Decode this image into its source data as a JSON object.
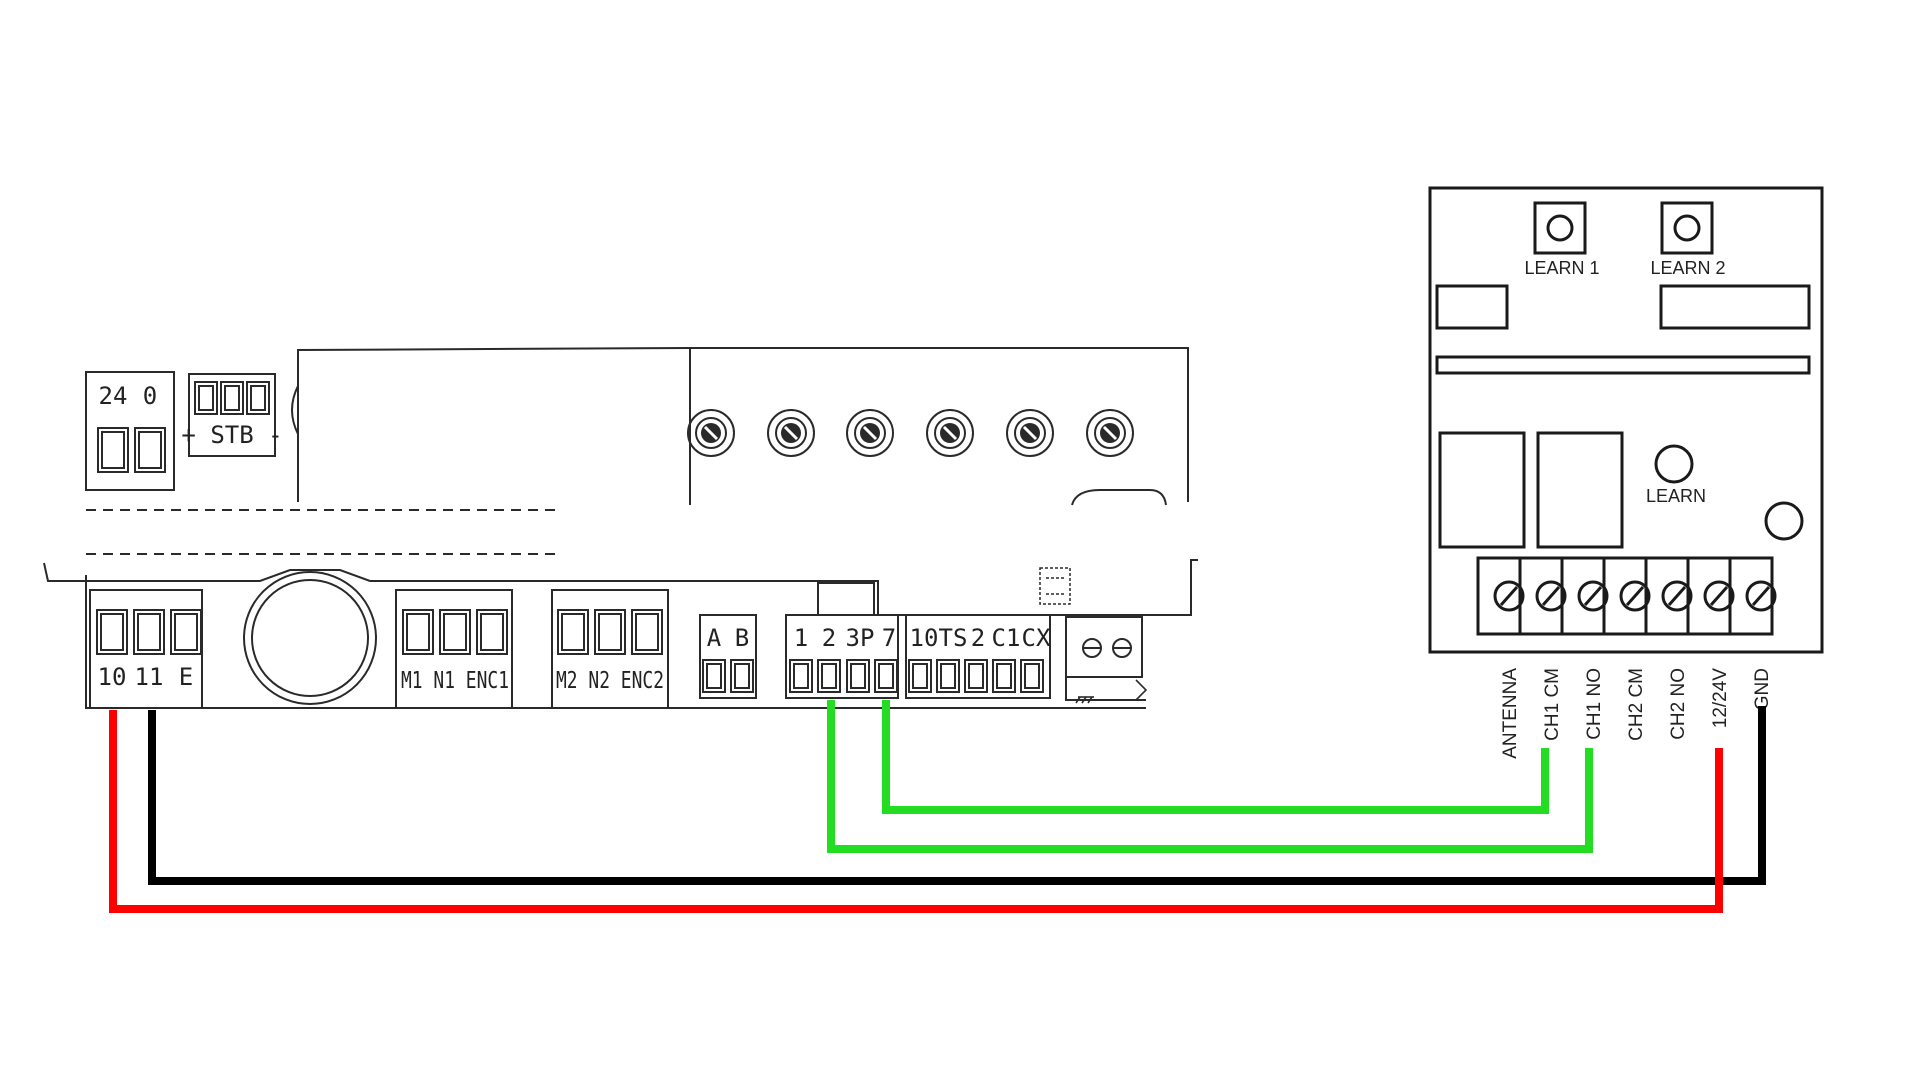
{
  "colors": {
    "outline": "#2a2a2a",
    "wire_power_pos": "#ff0000",
    "wire_power_neg": "#000000",
    "wire_signal": "#22dd22"
  },
  "controller": {
    "power_block": {
      "labels": [
        "24",
        "0"
      ]
    },
    "stb_block": {
      "label": "+ STB -"
    },
    "power_out_block": {
      "labels": [
        "10",
        "11",
        "E"
      ]
    },
    "motor1_block": {
      "label": "M1 N1 ENC1"
    },
    "motor2_block": {
      "label": "M2 N2 ENC2"
    },
    "ab_block": {
      "labels": [
        "A",
        "B"
      ]
    },
    "input_block": {
      "labels": [
        "1",
        "2",
        "3P",
        "7"
      ]
    },
    "safety_block": {
      "labels": [
        "10",
        "TS",
        "2",
        "C1",
        "CX"
      ]
    },
    "trimmer_icon": "trimmer-potentiometer-icon",
    "ground_icon": "ground-icon"
  },
  "receiver": {
    "learn1_label": "LEARN 1",
    "learn2_label": "LEARN 2",
    "learn_label": "LEARN",
    "terminals": [
      "ANTENNA",
      "CH1 CM",
      "CH1 NO",
      "CH2 CM",
      "CH2 NO",
      "12/24V",
      "GND"
    ]
  }
}
